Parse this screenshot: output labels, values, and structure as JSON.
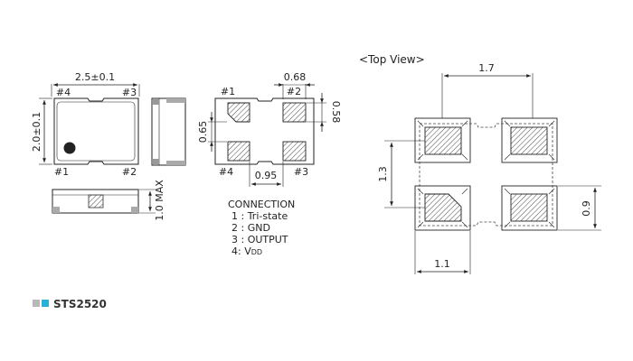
{
  "drawing": {
    "top_view_title": "<Top View>",
    "outline": {
      "width_dim": "2.5±0.1",
      "height_dim": "2.0±0.1",
      "pin_labels": {
        "p4": "#4",
        "p3": "#3",
        "p1": "#1",
        "p2": "#2"
      }
    },
    "side": {
      "height_dim": "1.0 MAX"
    },
    "pads": {
      "pin_labels": {
        "p1": "#1",
        "p2": "#2",
        "p4": "#4",
        "p3": "#3"
      },
      "dim_top": "0.68",
      "dim_right": "0.58",
      "dim_left": "0.65",
      "dim_bottom": "0.95"
    },
    "connection": {
      "title": "CONNECTION",
      "rows": [
        "1 : Tri-state",
        "2 : GND",
        "3 : OUTPUT"
      ],
      "row4_prefix": "4:  V",
      "row4_sub": "DD"
    },
    "land": {
      "dim_top": "1.7",
      "dim_left": "1.3",
      "dim_bottom": "1.1",
      "dim_right": "0.9"
    }
  },
  "footer": {
    "model": "STS2520",
    "square_colors": [
      "#b8b8b8",
      "#2ab0d8"
    ]
  }
}
